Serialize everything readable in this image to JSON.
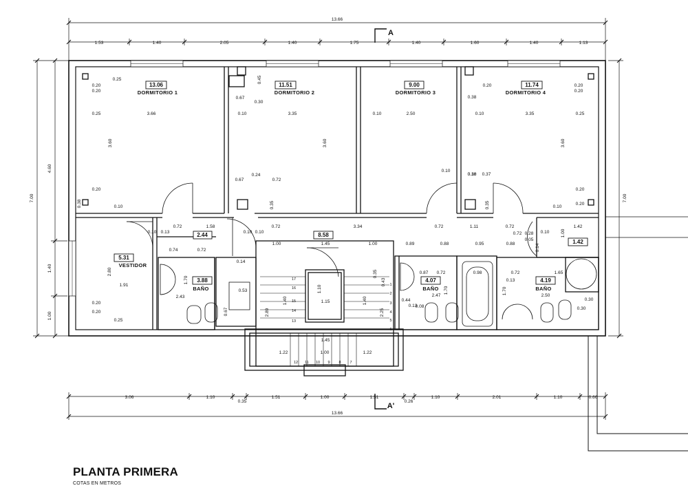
{
  "title": "PLANTA PRIMERA",
  "subtitle": "COTAS EN METROS",
  "overall": {
    "width": "13.66",
    "height": "7.00"
  },
  "sections": {
    "top": "A",
    "bottom": "A'"
  },
  "top_dims": [
    "1.53",
    "1.40",
    "2.05",
    "1.40",
    "1.75",
    "1.40",
    "1.60",
    "1.40",
    "1.13"
  ],
  "bottom_dims": [
    "3.06",
    "1.10",
    "0.35",
    "1.51",
    "1.00",
    "1.51",
    "0.26",
    "1.10",
    "2.01",
    "1.10",
    "0.66"
  ],
  "left_dims": {
    "outer": "4.60",
    "mid": "1.40",
    "low": "1.00"
  },
  "rooms": [
    {
      "name": "DORMITORIO 1",
      "area": "13.06"
    },
    {
      "name": "DORMITORIO 2",
      "area": "11.51"
    },
    {
      "name": "DORMITORIO 3",
      "area": "9.00"
    },
    {
      "name": "DORMITORIO 4",
      "area": "11.74"
    },
    {
      "name": "VESTIDOR",
      "area": "5.31"
    },
    {
      "name": "BAÑO",
      "area": "3.88"
    },
    {
      "name": "BAÑO",
      "area": "4.07"
    },
    {
      "name": "BAÑO",
      "area": "4.19"
    }
  ],
  "plain_areas": [
    "2.44",
    "8.58",
    "1.42"
  ],
  "interior_dims": {
    "d1": [
      "0.25",
      "0.20",
      "0.20",
      "3.66",
      "0.25",
      "3.60",
      "0.20",
      "0.38",
      "0.10",
      "0.20",
      "0.20",
      "0.25"
    ],
    "d2": [
      "0.67",
      "0.30",
      "0.45",
      "0.10",
      "3.35",
      "3.60",
      "0.67",
      "0.24",
      "0.72",
      "0.35"
    ],
    "d3": [
      "0.10",
      "2.50",
      "0.10"
    ],
    "d4": [
      "0.20",
      "0.38",
      "0.20",
      "0.20",
      "0.10",
      "3.35",
      "0.25",
      "3.60",
      "0.10",
      "0.38",
      "0.37",
      "0.35",
      "0.20",
      "0.20",
      "0.10"
    ],
    "hall": [
      "0.72",
      "1.58",
      "0.10",
      "0.13",
      "0.10",
      "0.10",
      "0.72",
      "3.34",
      "0.72",
      "1.11",
      "0.72",
      "1.42"
    ],
    "mid": [
      "1.00",
      "1.45",
      "1.00",
      "0.89",
      "0.88",
      "0.95",
      "0.88",
      "0.74",
      "0.72",
      "2.80",
      "1.91",
      "0.14",
      "1.70",
      "2.43",
      "0.53",
      "0.67",
      "0.28",
      "0.05",
      "0.10",
      "0.14",
      "0.72",
      "1.00"
    ],
    "baths": [
      "0.87",
      "0.72",
      "0.98",
      "0.13",
      "0.72",
      "1.65",
      "0.08",
      "2.47",
      "0.44",
      "0.13",
      "1.70",
      "2.50",
      "0.30",
      "0.30",
      "1.70"
    ],
    "stair": [
      "1.10",
      "1.40",
      "1.15",
      "1.40",
      "2.89",
      "2.25",
      "0.43",
      "0.35",
      "1.45",
      "1.22",
      "1.00",
      "1.22"
    ]
  },
  "stair_steps_left": [
    "17",
    "16",
    "15",
    "14",
    "13"
  ],
  "stair_steps_right": [
    "1",
    "2",
    "3",
    "4",
    "5",
    "6"
  ],
  "stair_steps_bottom": [
    "12",
    "11",
    "10",
    "9",
    "8",
    "7"
  ]
}
